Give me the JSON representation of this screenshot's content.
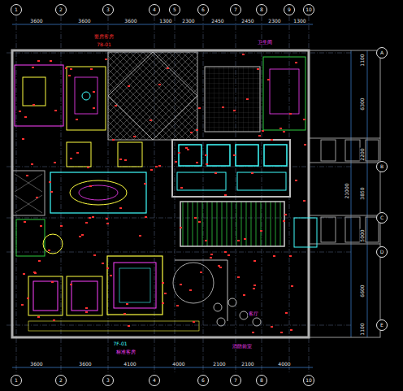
{
  "diagram": {
    "nodes": [
      {
        "text": [
          "1"
        ]
      },
      {
        "text": [
          "2"
        ]
      },
      {
        "text": [
          "3"
        ]
      },
      {
        "text": [
          "4"
        ]
      },
      {
        "text": [
          "5"
        ]
      },
      {
        "text": [
          "6"
        ]
      },
      {
        "text": [
          "7"
        ]
      },
      {
        "text": [
          "8"
        ]
      },
      {
        "text": [
          "9"
        ]
      },
      {
        "text": [
          "10"
        ]
      },
      {
        "text": [
          "1"
        ]
      },
      {
        "text": [
          "2"
        ]
      },
      {
        "text": [
          "3"
        ]
      },
      {
        "text": [
          "4"
        ]
      },
      {
        "text": [
          "6"
        ]
      },
      {
        "text": [
          "7"
        ]
      },
      {
        "text": [
          "8"
        ]
      },
      {
        "text": [
          "10"
        ]
      },
      {
        "text": [
          "A"
        ]
      },
      {
        "text": [
          "B"
        ]
      },
      {
        "text": [
          "C"
        ]
      },
      {
        "text": [
          "D"
        ]
      },
      {
        "text": [
          "E"
        ]
      }
    ],
    "labels": [
      "3600",
      "3600",
      "3600",
      "1300",
      "2300",
      "2450",
      "2450",
      "2300",
      "1300",
      "3600",
      "3600",
      "4100",
      "4000",
      "2100",
      "2100",
      "4000",
      "1100",
      "6300",
      "2200",
      "3850",
      "5000",
      "6600",
      "1100",
      "21000",
      "套房客房",
      "7B-01",
      "卫生间",
      "7F-01",
      "标准客房",
      "消防前室",
      "客厅"
    ]
  }
}
